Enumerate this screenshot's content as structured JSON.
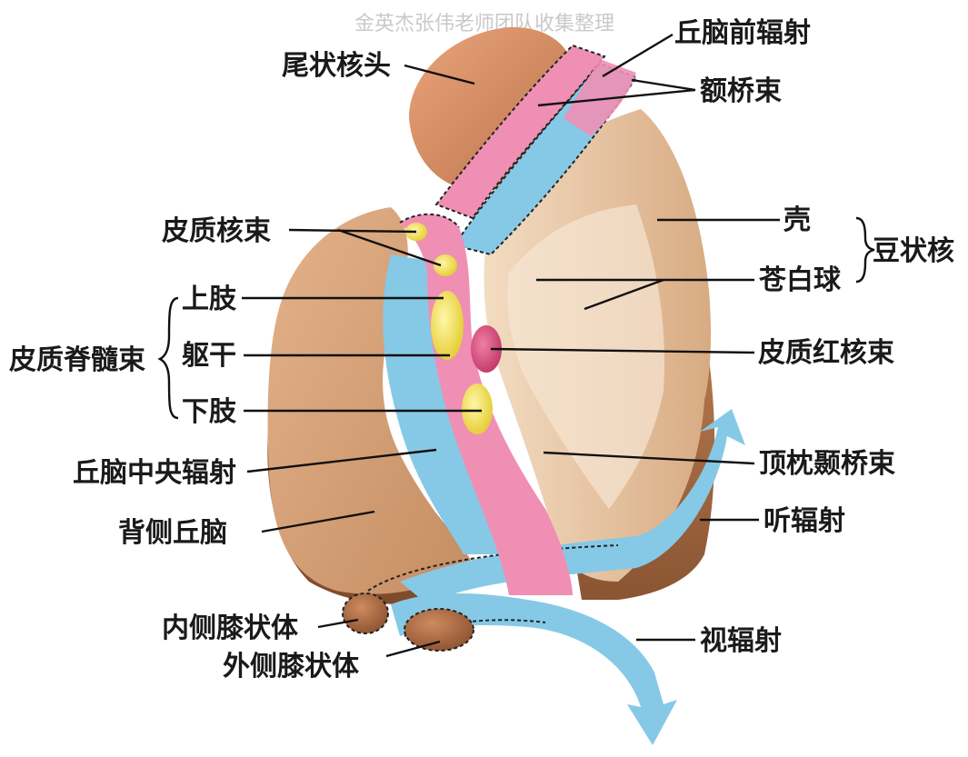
{
  "watermark": "金英杰张伟老师团队收集整理",
  "labels": {
    "caudate_head": "尾状核头",
    "anterior_thalamic_radiation": "丘脑前辐射",
    "frontopontine_tract": "额桥束",
    "corticonuclear_tract": "皮质核束",
    "putamen": "壳",
    "lentiform_nucleus": "豆状核",
    "globus_pallidus": "苍白球",
    "upper_limb": "上肢",
    "corticospinal_tract": "皮质脊髓束",
    "trunk": "躯干",
    "corticorubral_tract": "皮质红核束",
    "lower_limb": "下肢",
    "central_thalamic_radiation": "丘脑中央辐射",
    "parieto_occipito_temporopontine_tract": "顶枕颞桥束",
    "dorsal_thalamus": "背侧丘脑",
    "auditory_radiation": "听辐射",
    "medial_geniculate_body": "内侧膝状体",
    "optic_radiation": "视辐射",
    "lateral_geniculate_body": "外侧膝状体"
  },
  "colors": {
    "caudate": "#d58f66",
    "thalamus": "#d9a77d",
    "lentiform": "#e9c8a6",
    "pink_tract": "#ef8fb4",
    "blue_tract": "#86c9e6",
    "yellow_tract": "#f1e15a",
    "red_nucleus_tract": "#d8557f",
    "geniculate": "#b0704a"
  }
}
